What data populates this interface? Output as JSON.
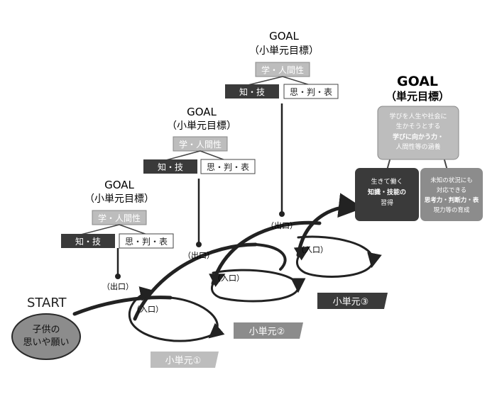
{
  "start": {
    "label": "START",
    "wish_line1": "子供の",
    "wish_line2": "思いや願い"
  },
  "exit_label": "（出口）",
  "entry_label": "（入口）",
  "small_goal": {
    "goal": "GOAL",
    "subtitle": "（小単元目標）",
    "top_box": "学・人間性",
    "left_box": "知・技",
    "right_box": "思・判・表"
  },
  "units": [
    "小単元①",
    "小単元②",
    "小単元③"
  ],
  "final_goal": {
    "goal": "GOAL",
    "subtitle": "（単元目標）",
    "top_line1": "学びを人生や社会に",
    "top_line2": "生かそうとする",
    "top_line3": "学びに向かう力・",
    "top_line4": "人間性等の涵養",
    "left_line1": "生きて働く",
    "left_line2": "知識・技能の",
    "left_line3": "習得",
    "right_line1": "未知の状況にも",
    "right_line2": "対応できる",
    "right_line3": "思考力・判断力・表",
    "right_line4": "現力等の育成"
  },
  "colors": {
    "dark": "#3a3a3a",
    "mid": "#8c8c8c",
    "light": "#bdbdbd",
    "stroke": "#2a2a2a"
  }
}
